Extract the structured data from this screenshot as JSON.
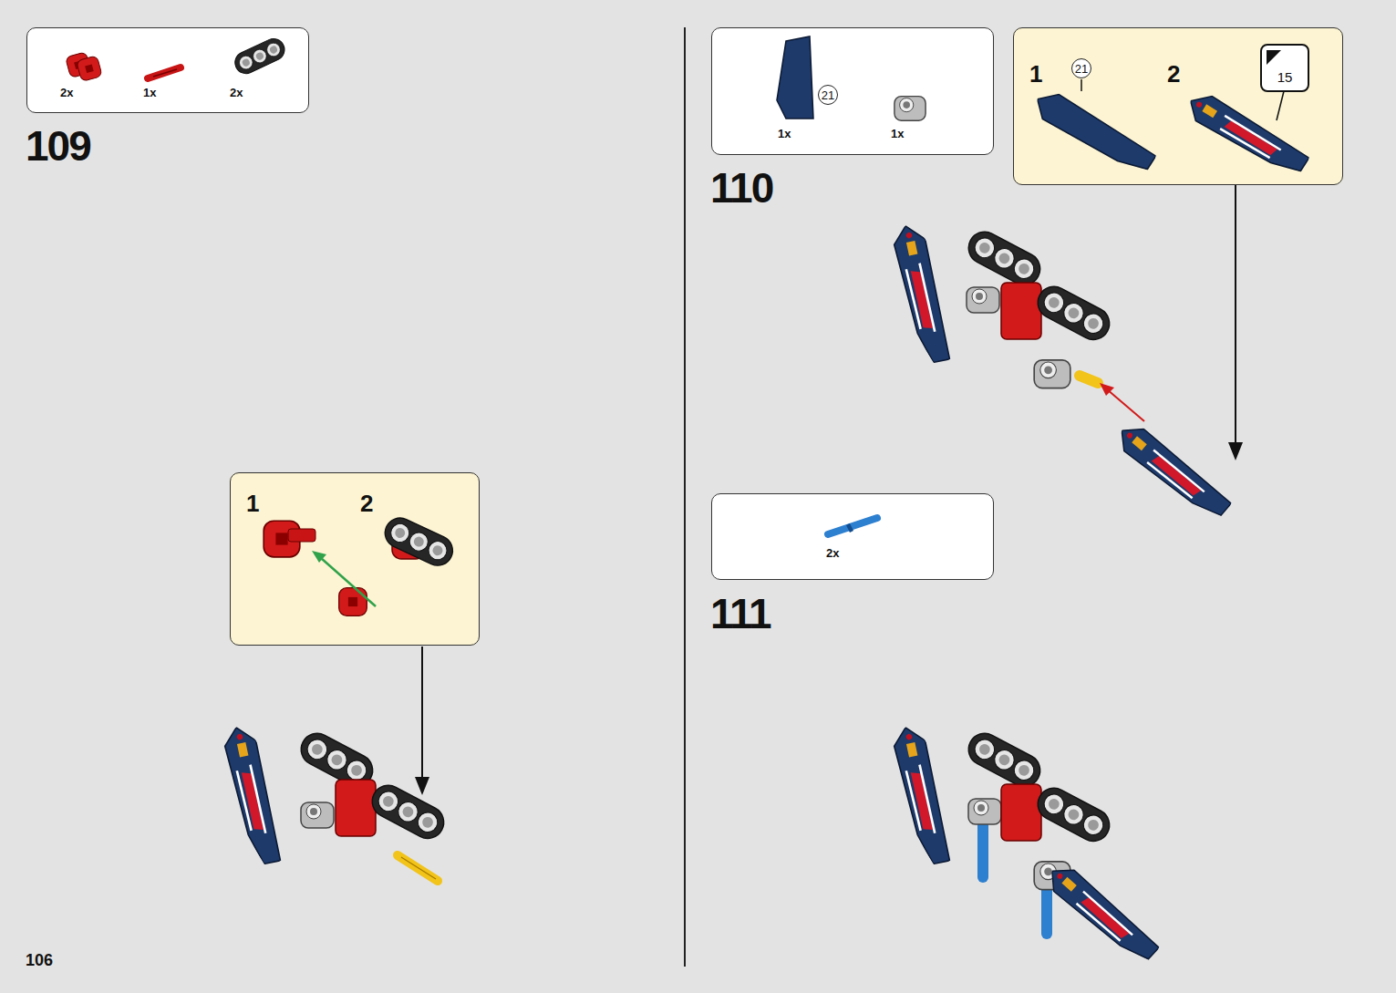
{
  "diagram": {
    "nodes": [
      {
        "text": [
          "2x",
          "1x",
          "2x"
        ]
      },
      {
        "text": [
          "1",
          "2"
        ]
      },
      {
        "text": [
          "21",
          "1x",
          "1x"
        ]
      },
      {
        "text": [
          "1",
          "21",
          "2",
          "15"
        ]
      },
      {
        "text": [
          "2x"
        ]
      }
    ],
    "labels": [
      "109",
      "110",
      "111",
      "106"
    ]
  }
}
